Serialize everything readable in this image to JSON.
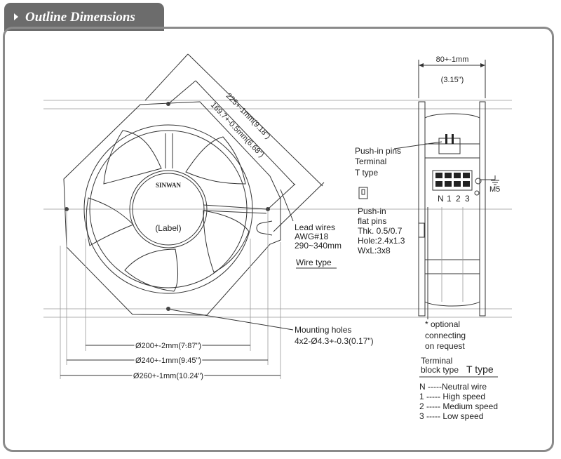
{
  "header": {
    "title": "Outline Dimensions"
  },
  "fan_front": {
    "brand": "SINWAN",
    "label": "(Label)",
    "dim_diagonal_outer": "225+-1mm(9.18\")",
    "dim_diagonal_inner": "169.7+-0.5mm(6.68\")",
    "dim_200": "Ø200+-2mm(7.87\")",
    "dim_240": "Ø240+-1mm(9.45\")",
    "dim_260": "Ø260+-1mm(10.24\")",
    "lead_wires": [
      "Lead wires",
      "AWG#18",
      "290~340mm"
    ],
    "wire_type": "Wire type",
    "mounting_holes": [
      "Mounting holes",
      "4x2-Ø4.3+-0.3(0.17\")"
    ]
  },
  "side_view": {
    "width_mm": "80+-1mm",
    "width_in": "(3.15\")",
    "pushin_terminal": [
      "Push-in pins",
      "Terminal",
      "T type"
    ],
    "flat_pins": [
      "Push-in",
      "flat pins",
      "Thk. 0.5/0.7",
      "Hole:2.4x1.3",
      "WxL:3x8"
    ],
    "ground": "M5",
    "pins": [
      "N",
      "1",
      "2",
      "3"
    ],
    "optional": [
      "* optional",
      "connecting",
      "on request"
    ]
  },
  "legend": {
    "title_line1": "Terminal",
    "title_line2_prefix": "block type",
    "title_line2_suffix": "T type",
    "rows": [
      "N -----Neutral wire",
      "1 ----- High speed",
      "2 ----- Medium speed",
      "3 ----- Low speed"
    ]
  }
}
